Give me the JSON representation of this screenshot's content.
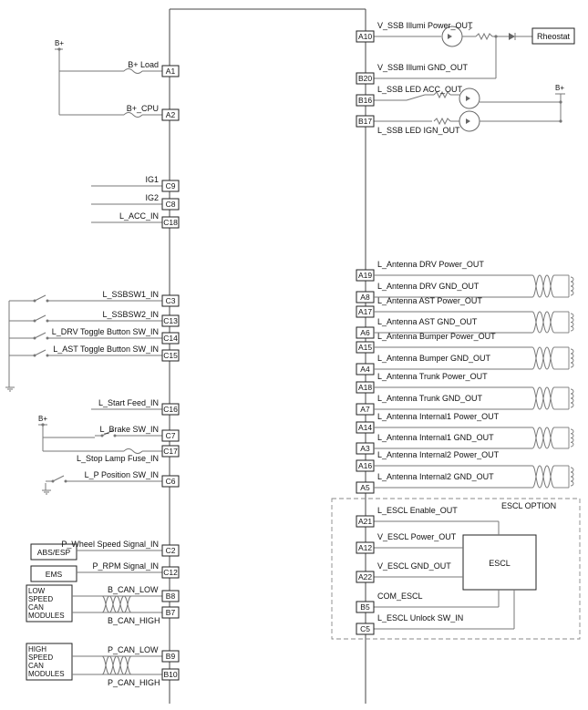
{
  "diagram": {
    "left_pins": [
      {
        "pin": "A1",
        "label": "B+ Load",
        "kind": "fuse"
      },
      {
        "pin": "A2",
        "label": "B+_CPU",
        "kind": "fuse"
      },
      {
        "pin": "C9",
        "label": "IG1",
        "kind": "line"
      },
      {
        "pin": "C8",
        "label": "IG2",
        "kind": "line"
      },
      {
        "pin": "C18",
        "label": "L_ACC_IN",
        "kind": "line"
      },
      {
        "pin": "C3",
        "label": "L_SSBSW1_IN",
        "kind": "switch"
      },
      {
        "pin": "C13",
        "label": "L_SSBSW2_IN",
        "kind": "switch"
      },
      {
        "pin": "C14",
        "label": "L_DRV Toggle Button SW_IN",
        "kind": "switch"
      },
      {
        "pin": "C15",
        "label": "L_AST Toggle Button SW_IN",
        "kind": "switch"
      },
      {
        "pin": "C16",
        "label": "L_Start Feed_IN",
        "kind": "line"
      },
      {
        "pin": "C7",
        "label": "L_Brake SW_IN",
        "kind": "switch"
      },
      {
        "pin": "C17",
        "label": "L_Stop Lamp Fuse_IN",
        "kind": "fuse"
      },
      {
        "pin": "C6",
        "label": "L_P Position SW_IN",
        "kind": "switch"
      },
      {
        "pin": "C2",
        "label": "P_Wheel Speed Signal_IN",
        "kind": "line"
      },
      {
        "pin": "C12",
        "label": "P_RPM Signal_IN",
        "kind": "line"
      },
      {
        "pin": "B8",
        "label": "B_CAN_LOW",
        "kind": "twist"
      },
      {
        "pin": "B7",
        "label": "B_CAN_HIGH",
        "kind": "twist"
      },
      {
        "pin": "B9",
        "label": "P_CAN_LOW",
        "kind": "twist"
      },
      {
        "pin": "B10",
        "label": "P_CAN_HIGH",
        "kind": "twist"
      }
    ],
    "right_pins": [
      {
        "pin": "A10",
        "label": "V_SSB Illumi Power_OUT"
      },
      {
        "pin": "B20",
        "label": "V_SSB Illumi GND_OUT"
      },
      {
        "pin": "B16",
        "label": "L_SSB LED ACC_OUT"
      },
      {
        "pin": "B17",
        "label": "L_SSB LED IGN_OUT"
      },
      {
        "pin": "A19",
        "label": "L_Antenna DRV Power_OUT"
      },
      {
        "pin": "A8",
        "label": "L_Antenna DRV GND_OUT"
      },
      {
        "pin": "A17",
        "label": "L_Antenna AST Power_OUT"
      },
      {
        "pin": "A6",
        "label": "L_Antenna AST GND_OUT"
      },
      {
        "pin": "A15",
        "label": "L_Antenna Bumper Power_OUT"
      },
      {
        "pin": "A4",
        "label": "L_Antenna Bumper GND_OUT"
      },
      {
        "pin": "A18",
        "label": "L_Antenna Trunk Power_OUT"
      },
      {
        "pin": "A7",
        "label": "L_Antenna Trunk GND_OUT"
      },
      {
        "pin": "A14",
        "label": "L_Antenna Internal1 Power_OUT"
      },
      {
        "pin": "A3",
        "label": "L_Antenna Internal1 GND_OUT"
      },
      {
        "pin": "A16",
        "label": "L_Antenna Internal2 Power_OUT"
      },
      {
        "pin": "A5",
        "label": "L_Antenna Internal2 GND_OUT"
      },
      {
        "pin": "A21",
        "label": "L_ESCL Enable_OUT"
      },
      {
        "pin": "A12",
        "label": "V_ESCL Power_OUT"
      },
      {
        "pin": "A22",
        "label": "V_ESCL GND_OUT"
      },
      {
        "pin": "B5",
        "label": "COM_ESCL"
      },
      {
        "pin": "C5",
        "label": "L_ESCL Unlock SW_IN"
      }
    ],
    "supply_labels": [
      "B+",
      "B+",
      "B+"
    ],
    "rheostat_label": "Rheostat",
    "escl_label": "ESCL",
    "escl_option_label": "ESCL OPTION",
    "abs_label": "ABS/ESP",
    "ems_label": "EMS",
    "low_speed_lines": [
      "LOW",
      "SPEED",
      "CAN",
      "MODULES"
    ],
    "high_speed_lines": [
      "HIGH",
      "SPEED",
      "CAN",
      "MODULES"
    ]
  }
}
